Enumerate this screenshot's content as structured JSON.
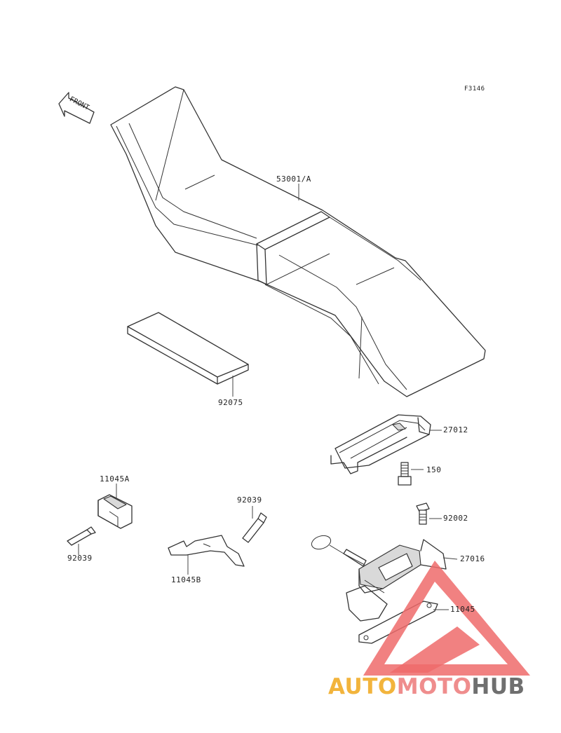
{
  "diagram": {
    "code": "F3146",
    "front_label": "FRONT",
    "parts": {
      "seat": "53001/A",
      "pad": "92075",
      "bracket": "27012",
      "bolt": "150",
      "bolt2": "92002",
      "lock": "27016",
      "plate": "11045",
      "cap_a": "11045A",
      "pin_left": "92039",
      "pin_right": "92039",
      "link_b": "11045B"
    }
  },
  "watermark": {
    "part1": "AUTO",
    "part2": "MOTO",
    "part3": "HUB",
    "colors": {
      "auto": "#f2b43c",
      "moto": "#ef8d8d",
      "hub": "#6f6f6f",
      "triangle": "#ee6b6b"
    }
  }
}
